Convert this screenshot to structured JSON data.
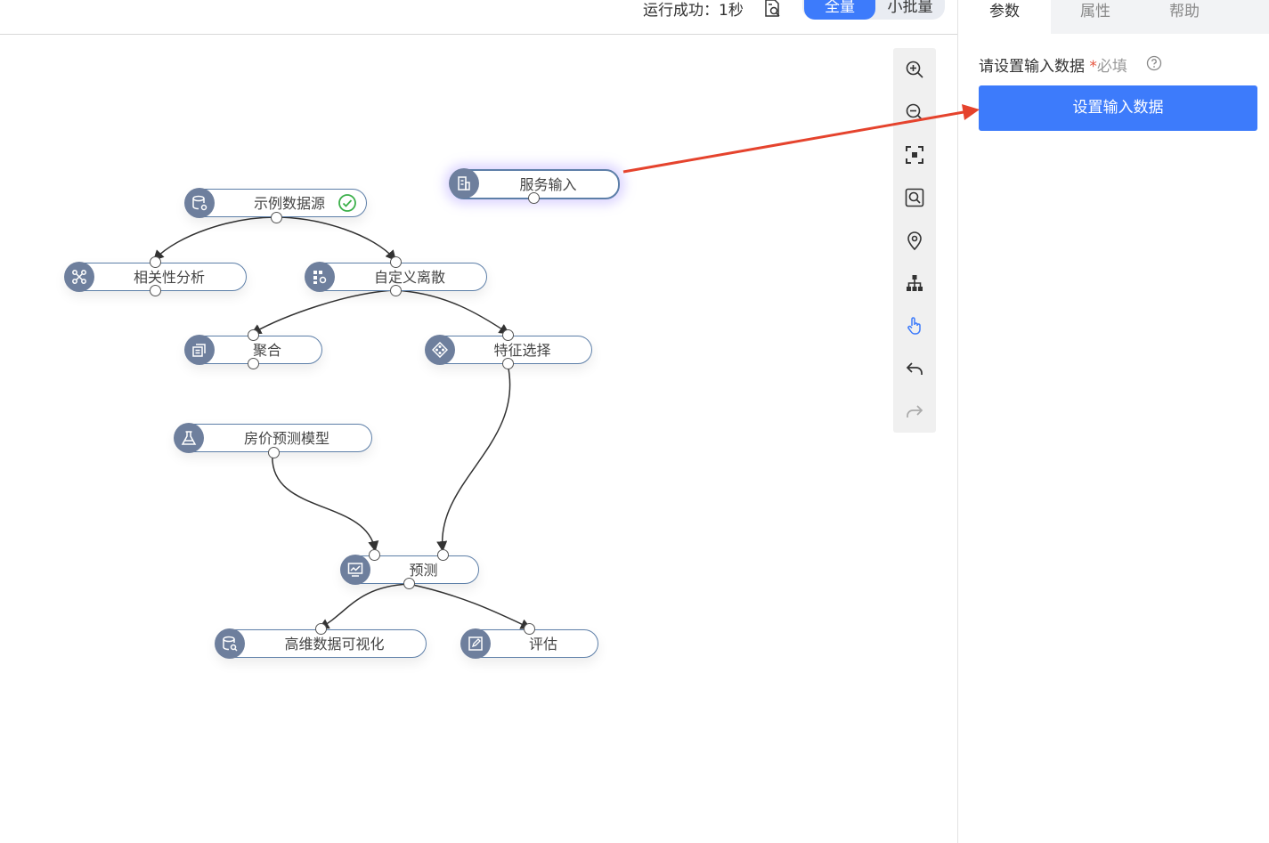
{
  "topbar": {
    "run_status": "运行成功：1秒",
    "log_icon": "log-search-icon",
    "mode_full": "全量",
    "mode_small": "小批量"
  },
  "canvas": {
    "nodes": [
      {
        "id": "sample-source",
        "label": "示例数据源",
        "icon": "database-gear-icon",
        "status": "success-check-icon"
      },
      {
        "id": "service-input",
        "label": "服务输入",
        "icon": "building-icon",
        "selected": true
      },
      {
        "id": "correlation",
        "label": "相关性分析",
        "icon": "network-icon"
      },
      {
        "id": "custom-discrete",
        "label": "自定义离散",
        "icon": "grid-gear-icon"
      },
      {
        "id": "aggregate",
        "label": "聚合",
        "icon": "stack-icon"
      },
      {
        "id": "feature-select",
        "label": "特征选择",
        "icon": "diamond-nodes-icon"
      },
      {
        "id": "house-model",
        "label": "房价预测模型",
        "icon": "flask-icon"
      },
      {
        "id": "predict",
        "label": "预测",
        "icon": "monitor-chart-icon"
      },
      {
        "id": "hd-visual",
        "label": "高维数据可视化",
        "icon": "database-search-icon"
      },
      {
        "id": "evaluate",
        "label": "评估",
        "icon": "edit-square-icon"
      }
    ]
  },
  "toolbar": [
    {
      "name": "zoom-in-icon"
    },
    {
      "name": "zoom-out-icon"
    },
    {
      "name": "fit-screen-icon"
    },
    {
      "name": "search-node-icon"
    },
    {
      "name": "locate-icon"
    },
    {
      "name": "auto-layout-icon"
    },
    {
      "name": "hand-pan-icon"
    },
    {
      "name": "undo-icon"
    },
    {
      "name": "redo-icon"
    }
  ],
  "panel": {
    "tabs": [
      "参数",
      "属性",
      "帮助"
    ],
    "field_label": "请设置输入数据",
    "required_star": "*",
    "required_text": "必填",
    "help_icon": "question-circle-icon",
    "set_button": "设置输入数据"
  },
  "colors": {
    "primary": "#3d7bfb",
    "node_border": "#5d7fa8",
    "node_icon_bg": "#6e7f9d",
    "success": "#3cb04a",
    "annotation_arrow": "#e5432d"
  }
}
